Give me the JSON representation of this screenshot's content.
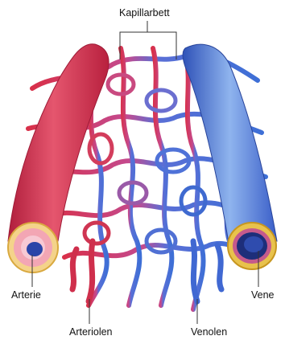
{
  "labels": {
    "capillary_bed": "Kapillarbett",
    "artery": "Arterie",
    "vein": "Vene",
    "arterioles": "Arteriolen",
    "venules": "Venolen"
  },
  "colors": {
    "arterial": "#d8304a",
    "venous": "#3e6fd6",
    "leader_line": "#333333",
    "text": "#111111"
  }
}
